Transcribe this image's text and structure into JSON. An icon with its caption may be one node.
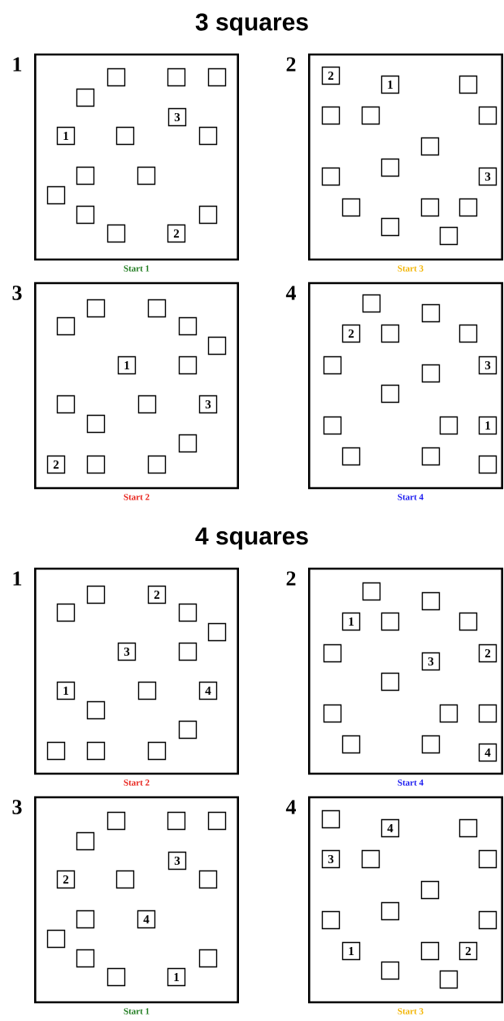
{
  "diagram": {
    "title": "3 squares",
    "nodes": [
      {
        "text": [
          "1"
        ],
        "beside": [
          "Start 1"
        ]
      },
      {
        "text": [],
        "shape": "box",
        "in": 0
      },
      {
        "text": [],
        "shape": "box",
        "in": 0
      },
      {
        "text": [],
        "shape": "box",
        "in": 0
      },
      {
        "text": [],
        "shape": "box",
        "in": 0
      },
      {
        "text": [
          "3"
        ],
        "in": 0
      },
      {
        "text": [
          "1"
        ],
        "in": 0
      },
      {
        "text": [],
        "shape": "box",
        "in": 0
      },
      {
        "text": [],
        "shape": "box",
        "in": 0
      },
      {
        "text": [],
        "shape": "box",
        "in": 0
      },
      {
        "text": [],
        "shape": "box",
        "in": 0
      },
      {
        "text": [],
        "shape": "box",
        "in": 0
      },
      {
        "text": [],
        "shape": "box",
        "in": 0
      },
      {
        "text": [],
        "shape": "box",
        "in": 0
      },
      {
        "text": [],
        "shape": "box",
        "in": 0
      },
      {
        "text": [
          "2"
        ],
        "in": 0
      },
      {
        "text": [
          "2"
        ],
        "beside": [
          "Start 3"
        ]
      },
      {
        "text": [
          "2"
        ],
        "in": 16
      },
      {
        "text": [
          "1"
        ],
        "in": 16
      },
      {
        "text": [],
        "shape": "box",
        "in": 16
      },
      {
        "text": [],
        "shape": "box",
        "in": 16
      },
      {
        "text": [],
        "shape": "box",
        "in": 16
      },
      {
        "text": [],
        "shape": "box",
        "in": 16
      },
      {
        "text": [],
        "shape": "box",
        "in": 16
      },
      {
        "text": [],
        "shape": "box",
        "in": 16
      },
      {
        "text": [],
        "shape": "box",
        "in": 16
      },
      {
        "text": [
          "3"
        ],
        "in": 16
      },
      {
        "text": [],
        "shape": "box",
        "in": 16
      },
      {
        "text": [],
        "shape": "box",
        "in": 16
      },
      {
        "text": [],
        "shape": "box",
        "in": 16
      },
      {
        "text": [],
        "shape": "box",
        "in": 16
      },
      {
        "text": [],
        "shape": "box",
        "in": 16
      },
      {
        "text": [
          "3"
        ],
        "beside": [
          "Start 2"
        ]
      },
      {
        "text": [],
        "shape": "box",
        "in": 32
      },
      {
        "text": [],
        "shape": "box",
        "in": 32
      },
      {
        "text": [],
        "shape": "box",
        "in": 32
      },
      {
        "text": [],
        "shape": "box",
        "in": 32
      },
      {
        "text": [],
        "shape": "box",
        "in": 32
      },
      {
        "text": [
          "1"
        ],
        "in": 32
      },
      {
        "text": [],
        "shape": "box",
        "in": 32
      },
      {
        "text": [],
        "shape": "box",
        "in": 32
      },
      {
        "text": [],
        "shape": "box",
        "in": 32
      },
      {
        "text": [
          "3"
        ],
        "in": 32
      },
      {
        "text": [],
        "shape": "box",
        "in": 32
      },
      {
        "text": [],
        "shape": "box",
        "in": 32
      },
      {
        "text": [
          "2"
        ],
        "in": 32
      },
      {
        "text": [],
        "shape": "box",
        "in": 32
      },
      {
        "text": [],
        "shape": "box",
        "in": 32
      },
      {
        "text": [
          "4"
        ],
        "beside": [
          "Start 4"
        ]
      },
      {
        "text": [],
        "shape": "box",
        "in": 48
      },
      {
        "text": [],
        "shape": "box",
        "in": 48
      },
      {
        "text": [
          "2"
        ],
        "in": 48
      },
      {
        "text": [],
        "shape": "box",
        "in": 48
      },
      {
        "text": [],
        "shape": "box",
        "in": 48
      },
      {
        "text": [],
        "shape": "box",
        "in": 48
      },
      {
        "text": [
          "3"
        ],
        "in": 48
      },
      {
        "text": [],
        "shape": "box",
        "in": 48
      },
      {
        "text": [],
        "shape": "box",
        "in": 48
      },
      {
        "text": [],
        "shape": "box",
        "in": 48
      },
      {
        "text": [],
        "shape": "box",
        "in": 48
      },
      {
        "text": [
          "1"
        ],
        "in": 48
      },
      {
        "text": [],
        "shape": "box",
        "in": 48
      },
      {
        "text": [],
        "shape": "box",
        "in": 48
      },
      {
        "text": [],
        "shape": "box",
        "in": 48
      },
      {
        "text": [
          "1"
        ],
        "beside": [
          "Start 2"
        ]
      },
      {
        "text": [],
        "shape": "box",
        "in": 64
      },
      {
        "text": [
          "2"
        ],
        "in": 64
      },
      {
        "text": [],
        "shape": "box",
        "in": 64
      },
      {
        "text": [],
        "shape": "box",
        "in": 64
      },
      {
        "text": [],
        "shape": "box",
        "in": 64
      },
      {
        "text": [
          "3"
        ],
        "in": 64
      },
      {
        "text": [],
        "shape": "box",
        "in": 64
      },
      {
        "text": [
          "1"
        ],
        "in": 64
      },
      {
        "text": [],
        "shape": "box",
        "in": 64
      },
      {
        "text": [
          "4"
        ],
        "in": 64
      },
      {
        "text": [],
        "shape": "box",
        "in": 64
      },
      {
        "text": [],
        "shape": "box",
        "in": 64
      },
      {
        "text": [],
        "shape": "box",
        "in": 64
      },
      {
        "text": [],
        "shape": "box",
        "in": 64
      },
      {
        "text": [],
        "shape": "box",
        "in": 64
      },
      {
        "text": [
          "2"
        ],
        "beside": [
          "Start 4"
        ]
      },
      {
        "text": [],
        "shape": "box",
        "in": 80
      },
      {
        "text": [],
        "shape": "box",
        "in": 80
      },
      {
        "text": [
          "1"
        ],
        "in": 80
      },
      {
        "text": [],
        "shape": "box",
        "in": 80
      },
      {
        "text": [],
        "shape": "box",
        "in": 80
      },
      {
        "text": [],
        "shape": "box",
        "in": 80
      },
      {
        "text": [
          "2"
        ],
        "in": 80
      },
      {
        "text": [
          "3"
        ],
        "in": 80
      },
      {
        "text": [],
        "shape": "box",
        "in": 80
      },
      {
        "text": [],
        "shape": "box",
        "in": 80
      },
      {
        "text": [],
        "shape": "box",
        "in": 80
      },
      {
        "text": [],
        "shape": "box",
        "in": 80
      },
      {
        "text": [],
        "shape": "box",
        "in": 80
      },
      {
        "text": [],
        "shape": "box",
        "in": 80
      },
      {
        "text": [
          "4"
        ],
        "in": 80
      },
      {
        "text": [
          "3"
        ],
        "beside": [
          "Start 1"
        ]
      },
      {
        "text": [],
        "shape": "box",
        "in": 96
      },
      {
        "text": [],
        "shape": "box",
        "in": 96
      },
      {
        "text": [],
        "shape": "box",
        "in": 96
      },
      {
        "text": [],
        "shape": "box",
        "in": 96
      },
      {
        "text": [
          "3"
        ],
        "in": 96
      },
      {
        "text": [
          "2"
        ],
        "in": 96
      },
      {
        "text": [],
        "shape": "box",
        "in": 96
      },
      {
        "text": [],
        "shape": "box",
        "in": 96
      },
      {
        "text": [],
        "shape": "box",
        "in": 96
      },
      {
        "text": [
          "4"
        ],
        "in": 96
      },
      {
        "text": [],
        "shape": "box",
        "in": 96
      },
      {
        "text": [],
        "shape": "box",
        "in": 96
      },
      {
        "text": [],
        "shape": "box",
        "in": 96
      },
      {
        "text": [],
        "shape": "box",
        "in": 96
      },
      {
        "text": [
          "1"
        ],
        "in": 96
      },
      {
        "text": [
          "4"
        ],
        "beside": [
          "Start 3"
        ]
      },
      {
        "text": [],
        "shape": "box",
        "in": 112
      },
      {
        "text": [
          "4"
        ],
        "in": 112
      },
      {
        "text": [],
        "shape": "box",
        "in": 112
      },
      {
        "text": [
          "3"
        ],
        "in": 112
      },
      {
        "text": [],
        "shape": "box",
        "in": 112
      },
      {
        "text": [],
        "shape": "box",
        "in": 112
      },
      {
        "text": [],
        "shape": "box",
        "in": 112
      },
      {
        "text": [],
        "shape": "box",
        "in": 112
      },
      {
        "text": [],
        "shape": "box",
        "in": 112
      },
      {
        "text": [],
        "shape": "box",
        "in": 112
      },
      {
        "text": [
          "1"
        ],
        "in": 112
      },
      {
        "text": [],
        "shape": "box",
        "in": 112
      },
      {
        "text": [
          "2"
        ],
        "in": 112
      },
      {
        "text": [],
        "shape": "box",
        "in": 112
      },
      {
        "text": [],
        "shape": "box",
        "in": 112
      }
    ],
    "labels": [
      "4 squares"
    ]
  }
}
